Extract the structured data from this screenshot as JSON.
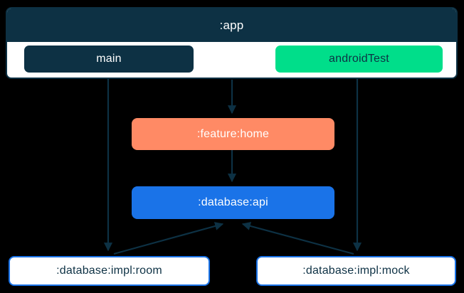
{
  "diagram": {
    "type": "module-dependency-graph",
    "background_color": "#000000",
    "edge_color": "#0D3144",
    "clusters": [
      {
        "id": "app",
        "title": ":app",
        "header_color": "#0D3144",
        "body_color": "#FFFFFF",
        "border_color": "#0D3144",
        "source_sets": [
          {
            "id": "main",
            "label": "main",
            "fill": "#0D3144",
            "text_color": "#FFFFFF"
          },
          {
            "id": "androidTest",
            "label": "androidTest",
            "fill": "#00DE8A",
            "text_color": "#0D3144"
          }
        ]
      }
    ],
    "nodes": [
      {
        "id": "feature-home",
        "label": ":feature:home",
        "fill": "#FF8A65",
        "text_color": "#FFFFFF",
        "border_color": "none"
      },
      {
        "id": "database-api",
        "label": ":database:api",
        "fill": "#1A73E8",
        "text_color": "#FFFFFF",
        "border_color": "none"
      },
      {
        "id": "database-impl-room",
        "label": ":database:impl:room",
        "fill": "#FFFFFF",
        "text_color": "#0D3144",
        "border_color": "#1A73E8"
      },
      {
        "id": "database-impl-mock",
        "label": ":database:impl:mock",
        "fill": "#FFFFFF",
        "text_color": "#0D3144",
        "border_color": "#1A73E8"
      }
    ],
    "edges": [
      {
        "id": "main-to-room",
        "from": "main",
        "to": "database-impl-room"
      },
      {
        "id": "app-to-feature-home",
        "from": "app",
        "to": "feature-home"
      },
      {
        "id": "androidtest-to-mock",
        "from": "androidTest",
        "to": "database-impl-mock"
      },
      {
        "id": "feature-home-to-database-api",
        "from": "feature-home",
        "to": "database-api"
      },
      {
        "id": "room-to-database-api",
        "from": "database-impl-room",
        "to": "database-api"
      },
      {
        "id": "mock-to-database-api",
        "from": "database-impl-mock",
        "to": "database-api"
      }
    ]
  }
}
